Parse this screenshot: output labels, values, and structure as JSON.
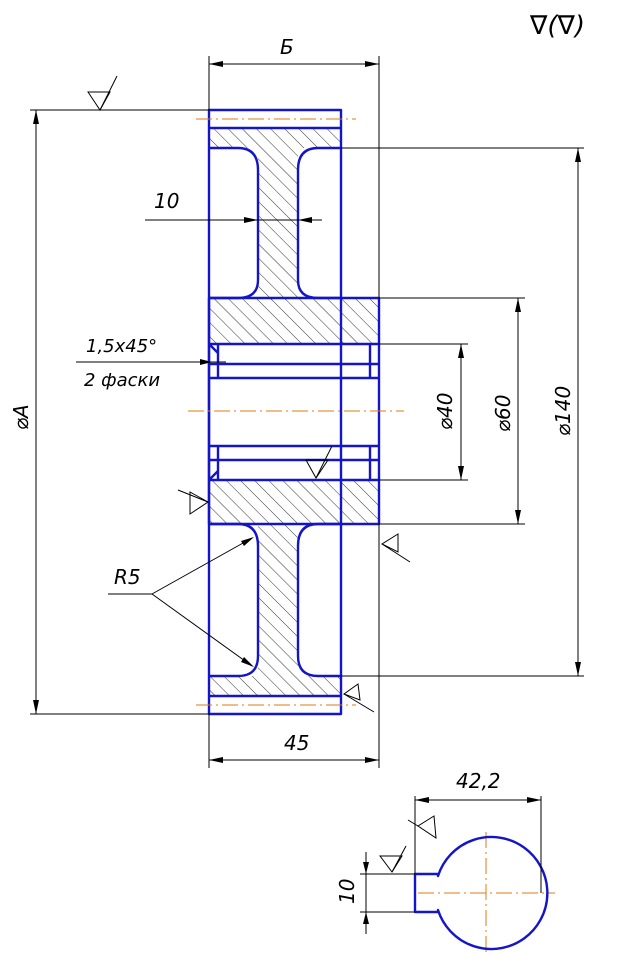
{
  "drawing": {
    "roughness_symbol": "∇(∇)",
    "dimensions": {
      "width_top": "Б",
      "width_bottom": "45",
      "rib_thickness": "10",
      "outer_diameter": "⌀A",
      "bore_diameter": "⌀40",
      "hub_diameter": "⌀60",
      "rim_inner_diameter": "⌀140",
      "fillet_radius": "R5",
      "chamfer": "1,5x45°",
      "chamfer_note": "2 фаски",
      "keyway_depth": "42,2",
      "keyway_width": "10"
    },
    "colors": {
      "contour": "#1414c8",
      "axis": "#e07a10",
      "dimension": "#000000"
    }
  }
}
